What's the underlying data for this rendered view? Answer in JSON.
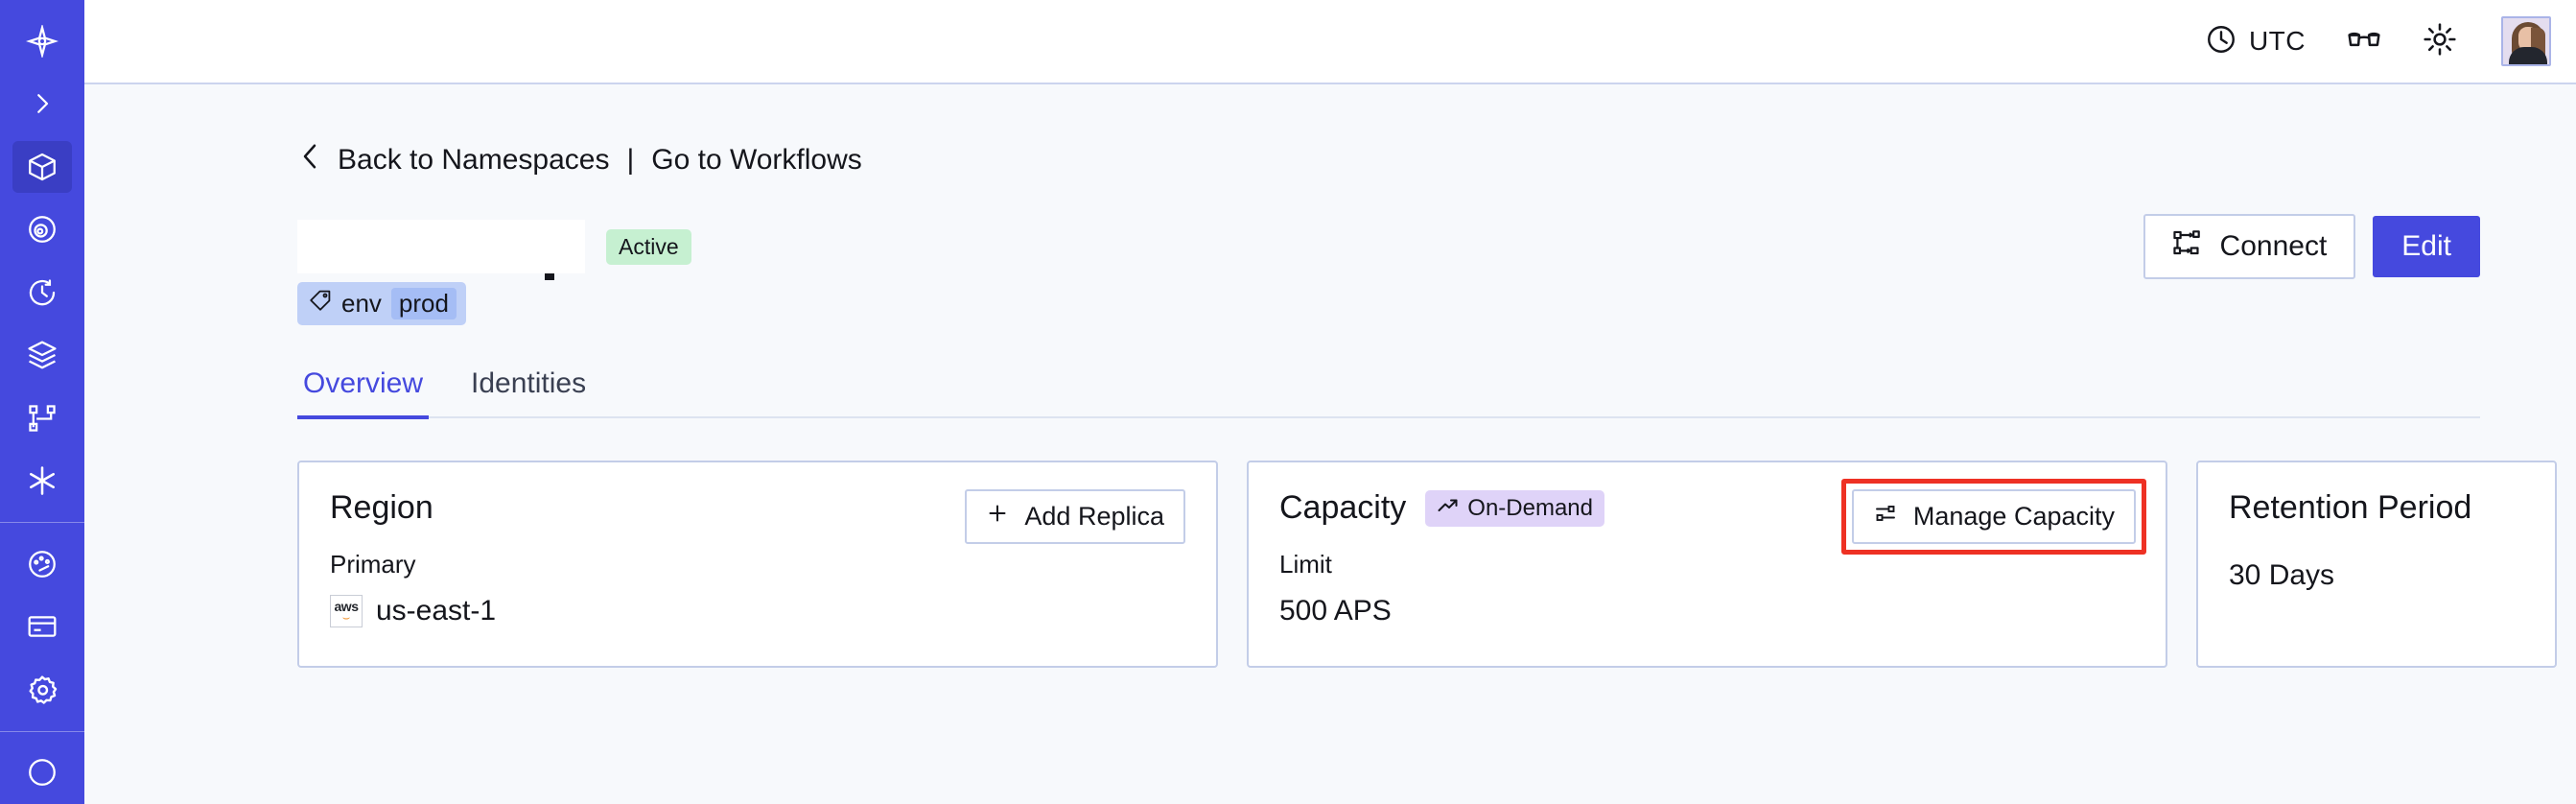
{
  "sidebar": {
    "items": [
      {
        "name": "logo-icon",
        "label": "Temporal"
      },
      {
        "name": "expand-chevron-icon",
        "label": "Expand"
      },
      {
        "name": "namespaces-cube-icon",
        "label": "Namespaces",
        "active": true
      },
      {
        "name": "observability-eye-icon",
        "label": "Observability"
      },
      {
        "name": "schedules-clock-icon",
        "label": "Schedules"
      },
      {
        "name": "stack-layers-icon",
        "label": "Layers"
      },
      {
        "name": "workflow-branch-icon",
        "label": "Workflows"
      },
      {
        "name": "asterisk-icon",
        "label": "Nexus"
      },
      {
        "name": "usage-gauge-icon",
        "label": "Usage"
      },
      {
        "name": "billing-card-icon",
        "label": "Billing"
      },
      {
        "name": "settings-gear-icon",
        "label": "Settings"
      },
      {
        "name": "help-circle-icon",
        "label": "Help"
      }
    ]
  },
  "topbar": {
    "timezone_label": "UTC",
    "clock_icon": "clock-icon",
    "glasses_icon": "glasses-icon",
    "theme_icon": "sun-icon",
    "avatar_name": "user-avatar"
  },
  "breadcrumb": {
    "back_icon": "chevron-left-icon",
    "back_label": "Back to Namespaces",
    "separator": "|",
    "forward_label": "Go to Workflows"
  },
  "header": {
    "namespace_title": "",
    "status_badge": "Active",
    "connect_label": "Connect",
    "connect_icon": "connect-flow-icon",
    "edit_label": "Edit",
    "tag": {
      "icon": "tag-icon",
      "key": "env",
      "value": "prod"
    }
  },
  "tabs": [
    {
      "label": "Overview",
      "selected": true
    },
    {
      "label": "Identities",
      "selected": false
    }
  ],
  "cards": {
    "region": {
      "title": "Region",
      "action_label": "Add Replica",
      "action_icon": "plus-icon",
      "label": "Primary",
      "value": "us-east-1",
      "provider_icon": "aws-icon",
      "provider_text": "aws"
    },
    "capacity": {
      "title": "Capacity",
      "badge": "On-Demand",
      "badge_icon": "trend-up-icon",
      "action_label": "Manage Capacity",
      "action_icon": "sliders-icon",
      "highlighted": true,
      "label": "Limit",
      "value": "500 APS"
    },
    "retention": {
      "title": "Retention Period",
      "value": "30 Days"
    }
  },
  "colors": {
    "brand": "#4549de",
    "sidebar": "#4549de",
    "highlight": "#ee3124",
    "status_active_bg": "#c6f0d1",
    "badge_ondemand_bg": "#dfd3f8",
    "tag_bg": "#bfd0f7",
    "page_bg": "#f7f9fc"
  }
}
